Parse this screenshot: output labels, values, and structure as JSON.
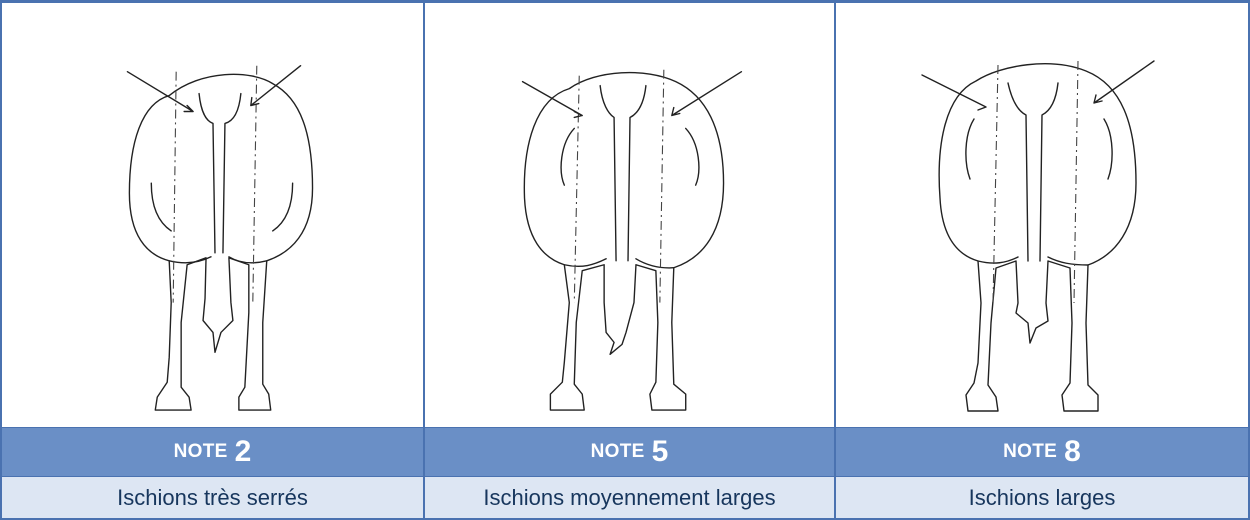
{
  "columns": [
    {
      "note_word": "NOTE",
      "note_number": "2",
      "description": "Ischions très serrés"
    },
    {
      "note_word": "NOTE",
      "note_number": "5",
      "description": "Ischions moyennement larges"
    },
    {
      "note_word": "NOTE",
      "note_number": "8",
      "description": "Ischions larges"
    }
  ]
}
